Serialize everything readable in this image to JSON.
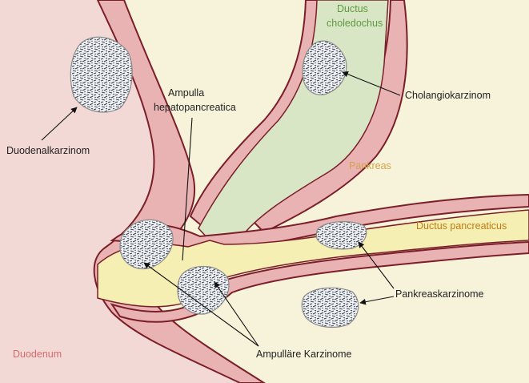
{
  "labels": {
    "ductus_choledochus_line1": "Ductus",
    "ductus_choledochus_line2": "choledochus",
    "cholangiokarzinom": "Cholangiokarzinom",
    "ampulla_line1": "Ampulla",
    "ampulla_line2": "hepatopancreatica",
    "duodenalkarzinom": "Duodenalkarzinom",
    "pankreas": "Pankreas",
    "ductus_pancreaticus": "Ductus pancreaticus",
    "pankreaskarzinome": "Pankreaskarzinome",
    "ampullaere_karzinome": "Ampulläre Karzinome",
    "duodenum": "Duodenum"
  },
  "colors": {
    "duodenum_fill": "#f3d9d6",
    "pancreas_fill": "#f7f3da",
    "wall_fill": "#eab3b3",
    "wall_stroke": "#7a1f2a",
    "bile_duct_fill": "#d8e6c6",
    "pancreatic_duct_fill": "#f6efb4",
    "label_green": "#5e9a3e",
    "label_orange": "#d4a24a",
    "label_duct": "#c07c12",
    "label_red": "#d56b6b"
  }
}
